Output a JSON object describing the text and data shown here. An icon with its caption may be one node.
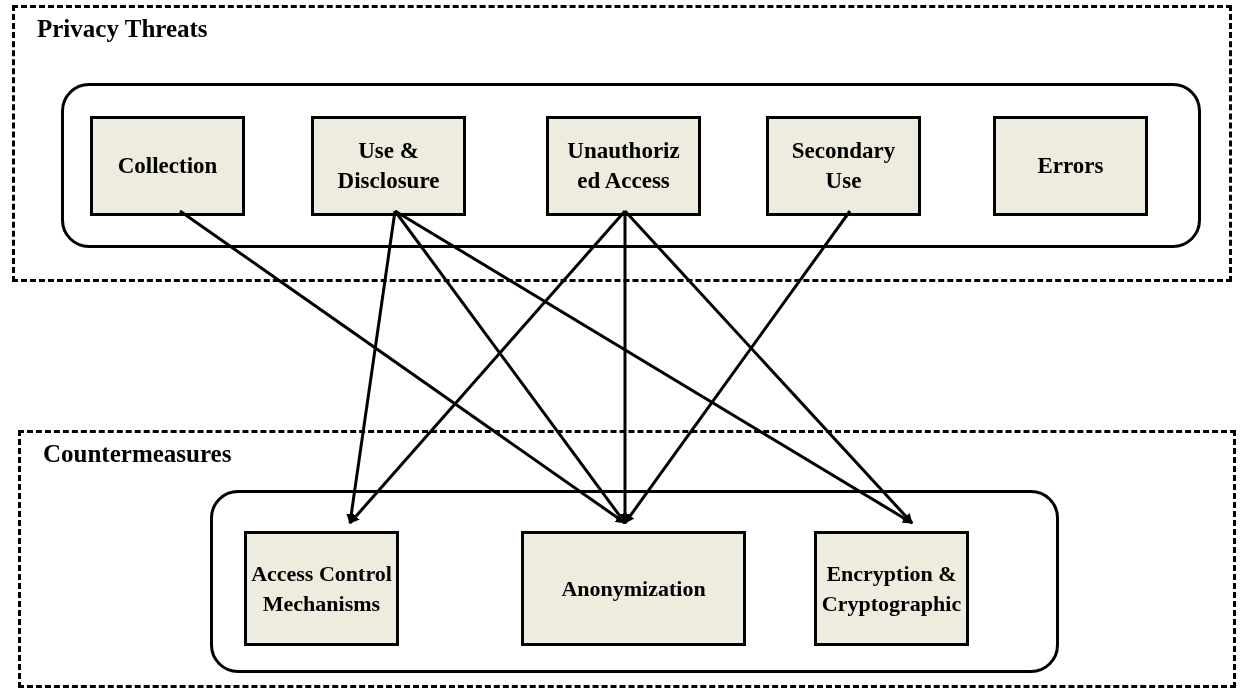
{
  "diagram": {
    "nodes": [
      {
        "text": [
          "Privacy Threats"
        ]
      },
      {
        "text": [],
        "shape": "box",
        "in": 0
      },
      {
        "text": [
          "Collection"
        ],
        "in": 1
      },
      {
        "text": [
          "Use & Disclosure"
        ],
        "in": 1
      },
      {
        "text": [
          "Unauthoriz ed Access"
        ],
        "in": 1
      },
      {
        "text": [
          "Secondary Use"
        ],
        "in": 1
      },
      {
        "text": [
          "Errors"
        ],
        "in": 1
      },
      {
        "text": [
          "Countermeasures"
        ]
      },
      {
        "text": [],
        "shape": "box",
        "in": 7
      },
      {
        "text": [
          "Access Control Mechanisms"
        ],
        "in": 8
      },
      {
        "text": [
          "Anonymization"
        ],
        "in": 8
      },
      {
        "text": [
          "Encryption & Cryptographic"
        ],
        "in": 8
      }
    ],
    "edges": [
      {
        "from": 2,
        "to": 10,
        "arrow": "to"
      },
      {
        "from": 3,
        "to": 9,
        "arrow": "to"
      },
      {
        "from": 3,
        "to": 10,
        "arrow": "to"
      },
      {
        "from": 3,
        "to": 11,
        "arrow": "to"
      },
      {
        "from": 4,
        "to": 9,
        "arrow": "to"
      },
      {
        "from": 4,
        "to": 10,
        "arrow": "to"
      },
      {
        "from": 4,
        "to": 11,
        "arrow": "to"
      },
      {
        "from": 5,
        "to": 10,
        "arrow": "to"
      }
    ]
  }
}
